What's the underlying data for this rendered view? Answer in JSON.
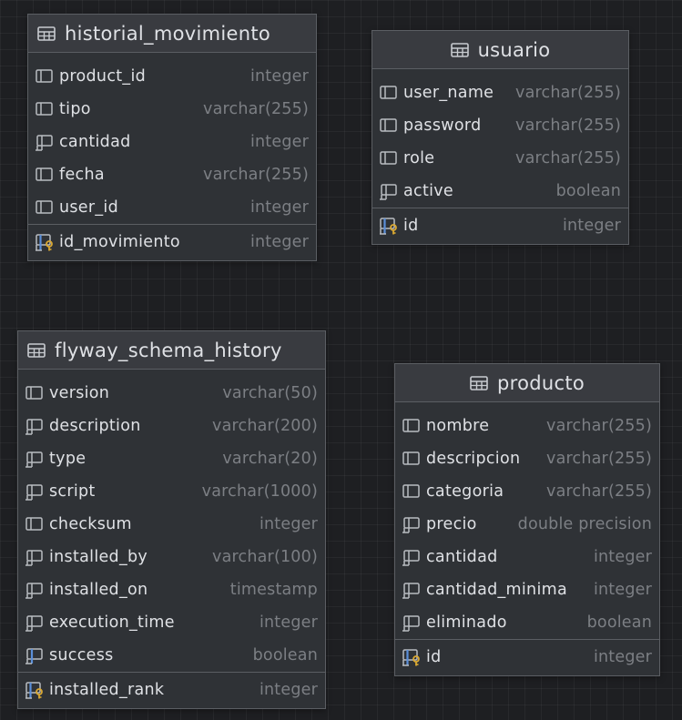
{
  "tables": [
    {
      "name": "historial_movimiento",
      "columns": [
        {
          "name": "product_id",
          "type": "integer",
          "icon": "column-notnull-icon"
        },
        {
          "name": "tipo",
          "type": "varchar(255)",
          "icon": "column-notnull-icon"
        },
        {
          "name": "cantidad",
          "type": "integer",
          "icon": "column-nullable-icon"
        },
        {
          "name": "fecha",
          "type": "varchar(255)",
          "icon": "column-notnull-icon"
        },
        {
          "name": "user_id",
          "type": "integer",
          "icon": "column-notnull-icon"
        }
      ],
      "primary_key": {
        "name": "id_movimiento",
        "type": "integer",
        "icon": "primary-key-icon"
      }
    },
    {
      "name": "usuario",
      "columns": [
        {
          "name": "user_name",
          "type": "varchar(255)",
          "icon": "column-notnull-icon"
        },
        {
          "name": "password",
          "type": "varchar(255)",
          "icon": "column-notnull-icon"
        },
        {
          "name": "role",
          "type": "varchar(255)",
          "icon": "column-notnull-icon"
        },
        {
          "name": "active",
          "type": "boolean",
          "icon": "column-nullable-icon"
        }
      ],
      "primary_key": {
        "name": "id",
        "type": "integer",
        "icon": "primary-key-icon"
      }
    },
    {
      "name": "flyway_schema_history",
      "columns": [
        {
          "name": "version",
          "type": "varchar(50)",
          "icon": "column-notnull-icon"
        },
        {
          "name": "description",
          "type": "varchar(200)",
          "icon": "column-nullable-icon"
        },
        {
          "name": "type",
          "type": "varchar(20)",
          "icon": "column-nullable-icon"
        },
        {
          "name": "script",
          "type": "varchar(1000)",
          "icon": "column-nullable-icon"
        },
        {
          "name": "checksum",
          "type": "integer",
          "icon": "column-notnull-icon"
        },
        {
          "name": "installed_by",
          "type": "varchar(100)",
          "icon": "column-nullable-icon"
        },
        {
          "name": "installed_on",
          "type": "timestamp",
          "icon": "column-nullable-icon"
        },
        {
          "name": "execution_time",
          "type": "integer",
          "icon": "column-nullable-icon"
        },
        {
          "name": "success",
          "type": "boolean",
          "icon": "column-indexed-icon"
        }
      ],
      "primary_key": {
        "name": "installed_rank",
        "type": "integer",
        "icon": "primary-key-icon"
      }
    },
    {
      "name": "producto",
      "columns": [
        {
          "name": "nombre",
          "type": "varchar(255)",
          "icon": "column-notnull-icon"
        },
        {
          "name": "descripcion",
          "type": "varchar(255)",
          "icon": "column-notnull-icon"
        },
        {
          "name": "categoria",
          "type": "varchar(255)",
          "icon": "column-notnull-icon"
        },
        {
          "name": "precio",
          "type": "double precision",
          "icon": "column-nullable-icon"
        },
        {
          "name": "cantidad",
          "type": "integer",
          "icon": "column-nullable-icon"
        },
        {
          "name": "cantidad_minima",
          "type": "integer",
          "icon": "column-nullable-icon"
        },
        {
          "name": "eliminado",
          "type": "boolean",
          "icon": "column-nullable-icon"
        }
      ],
      "primary_key": {
        "name": "id",
        "type": "integer",
        "icon": "primary-key-icon"
      }
    }
  ],
  "colors": {
    "background": "#1e1f22",
    "table_body": "#2f3236",
    "table_header": "#393b40",
    "border": "#5b5e63",
    "text": "#dfe1e5",
    "type_text": "#7c7f84",
    "key_gold": "#d9a832",
    "index_blue": "#5b8fd9"
  }
}
